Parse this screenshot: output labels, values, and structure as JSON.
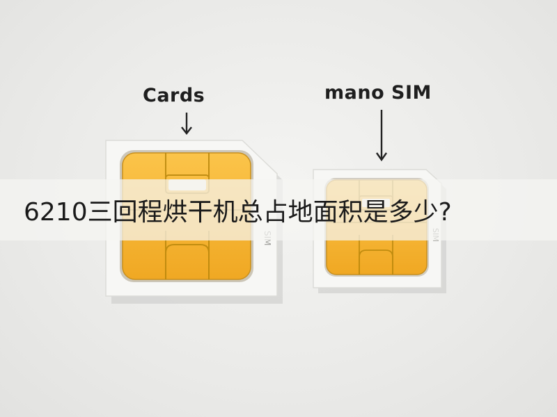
{
  "labels": {
    "left": "Cards",
    "right": "mano SIM"
  },
  "caption": "6210三回程烘干机总占地面积是多少?",
  "colors": {
    "chip_gold": "#f5b530",
    "card_white": "#f7f7f5",
    "caption_band": "#f5f5f3"
  }
}
